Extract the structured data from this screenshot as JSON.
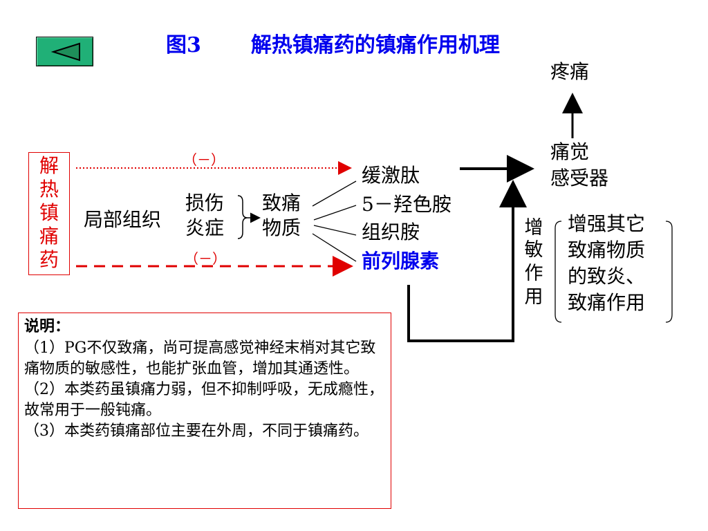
{
  "title": {
    "fig": "图3",
    "text": "解热镇痛药的镇痛作用机理"
  },
  "drug": [
    "解",
    "热",
    "镇",
    "痛",
    "药"
  ],
  "local_tissue": "局部组织",
  "injury": [
    "损伤",
    "炎症"
  ],
  "pain_substance": [
    "致痛",
    "物质"
  ],
  "mediators": [
    "缓激肽",
    "5－羟色胺",
    "组织胺",
    "前列腺素"
  ],
  "minus_top": "（－）",
  "minus_bottom": "（－）",
  "pain": "疼痛",
  "receptor": [
    "痛觉",
    "感受器"
  ],
  "sensitize": [
    "增",
    "敏",
    "作",
    "用"
  ],
  "enhance": [
    "增强其它",
    "致痛物质",
    "的致炎、",
    "致痛作用"
  ],
  "note": {
    "title": "说明：",
    "items": [
      "（1）PG不仅致痛，尚可提高感觉神经末梢对其它致痛物质的敏感性，也能扩张血管，增加其通透性。",
      "（2）本类药虽镇痛力弱，但不抑制呼吸，无成瘾性，故常用于一般钝痛。",
      "（3）本类药镇痛部位主要在外周，不同于镇痛药。"
    ]
  },
  "colors": {
    "red": "#e00000",
    "blue": "#0000ee",
    "button": "#20b077"
  }
}
